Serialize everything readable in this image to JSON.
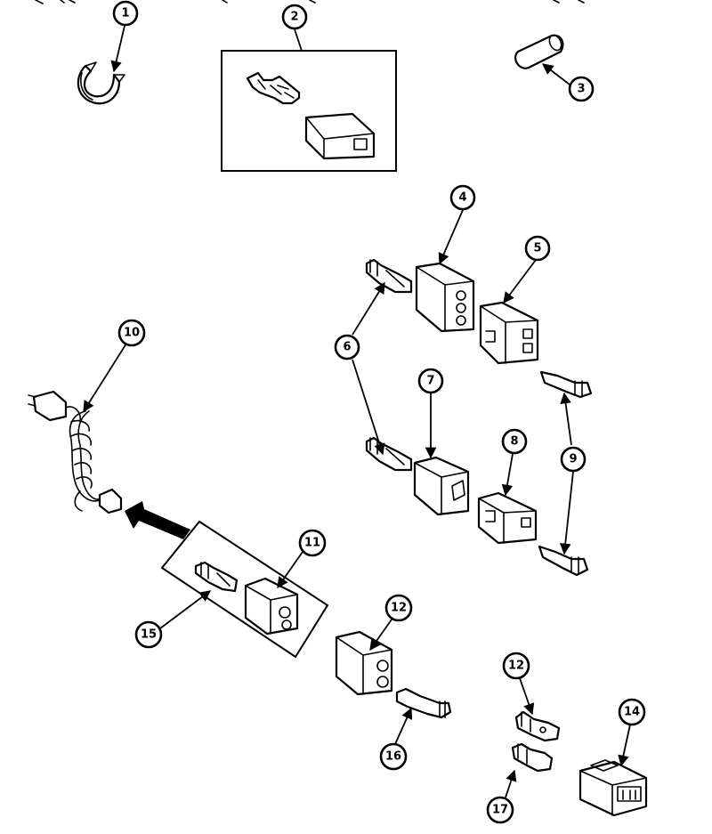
{
  "callouts": {
    "c1": "1",
    "c2": "2",
    "c3": "3",
    "c4": "4",
    "c5": "5",
    "c6": "6",
    "c7": "7",
    "c8": "8",
    "c9": "9",
    "c10": "10",
    "c11": "11",
    "c12a": "12",
    "c12b": "12",
    "c14": "14",
    "c15": "15",
    "c16": "16",
    "c17": "17"
  },
  "colors": {
    "ink": "#000000",
    "paper": "#ffffff"
  }
}
